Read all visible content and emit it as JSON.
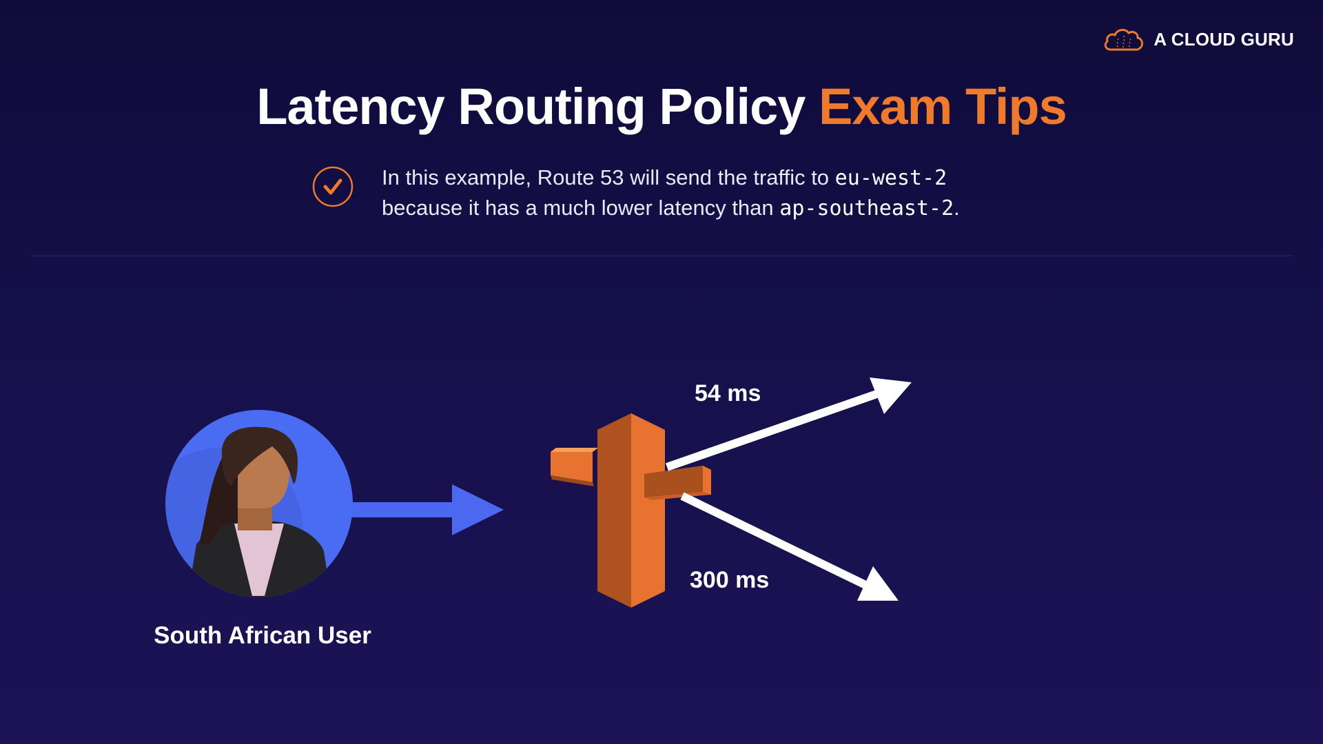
{
  "brand": {
    "name": "A CLOUD GURU",
    "logo_icon": "cloud-icon",
    "accent_color": "#f07a2b"
  },
  "title": {
    "main": "Latency Routing Policy ",
    "accent": "Exam Tips"
  },
  "tip": {
    "icon": "check-circle-icon",
    "line1_prefix": "In this example, Route 53 will send the traffic to ",
    "line1_code": "eu-west-2",
    "line2_prefix": "because it has a much lower latency than ",
    "line2_code": "ap-southeast-2",
    "line2_suffix": "."
  },
  "diagram": {
    "user_label": "South African User",
    "user_icon": "woman-avatar-icon",
    "router_icon": "route53-signpost-icon",
    "latency_upper": "54 ms",
    "latency_lower": "300 ms",
    "colors": {
      "user_circle": "#4a6cf2",
      "arrow_user": "#4d68f0",
      "signpost": "#e87230",
      "arrow_route": "#ffffff"
    }
  }
}
